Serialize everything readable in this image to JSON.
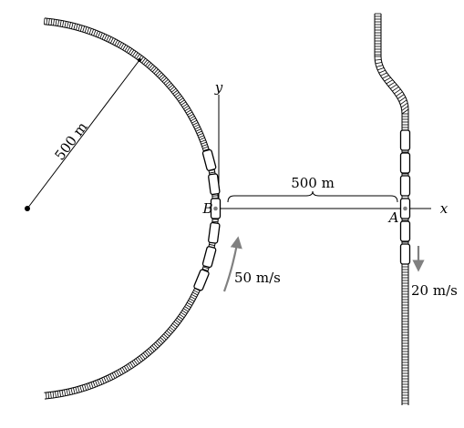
{
  "labels": {
    "radius": "500 m",
    "separation": "500 m",
    "speed_b": "50 m/s",
    "speed_a": "20 m/s",
    "point_a": "A",
    "point_b": "B",
    "axis_x": "x",
    "axis_y": "y"
  },
  "colors": {
    "ink": "#000000",
    "velocity_arrow": "#808080",
    "car_fill": "#ffffff",
    "center_dot": "#7f7f7f"
  }
}
